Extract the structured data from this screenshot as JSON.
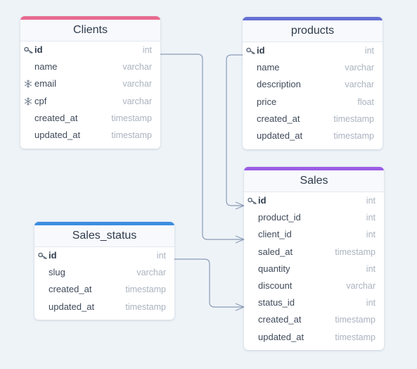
{
  "colors": {
    "clients": "#e8698f",
    "products": "#6670d4",
    "sales": "#9b5de5",
    "sales_status": "#3b8ee0",
    "link": "#8a9bb5"
  },
  "tables": {
    "clients": {
      "title": "Clients",
      "fields": [
        {
          "name": "id",
          "type": "int",
          "icon": "key-icon"
        },
        {
          "name": "name",
          "type": "varchar"
        },
        {
          "name": "email",
          "type": "varchar",
          "icon": "snowflake-icon"
        },
        {
          "name": "cpf",
          "type": "varchar",
          "icon": "snowflake-icon"
        },
        {
          "name": "created_at",
          "type": "timestamp"
        },
        {
          "name": "updated_at",
          "type": "timestamp"
        }
      ]
    },
    "products": {
      "title": "products",
      "fields": [
        {
          "name": "id",
          "type": "int",
          "icon": "key-icon"
        },
        {
          "name": "name",
          "type": "varchar"
        },
        {
          "name": "description",
          "type": "varchar"
        },
        {
          "name": "price",
          "type": "float"
        },
        {
          "name": "created_at",
          "type": "timestamp"
        },
        {
          "name": "updated_at",
          "type": "timestamp"
        }
      ]
    },
    "sales": {
      "title": "Sales",
      "fields": [
        {
          "name": "id",
          "type": "int",
          "icon": "key-icon"
        },
        {
          "name": "product_id",
          "type": "int"
        },
        {
          "name": "client_id",
          "type": "int"
        },
        {
          "name": "saled_at",
          "type": "timestamp"
        },
        {
          "name": "quantity",
          "type": "int"
        },
        {
          "name": "discount",
          "type": "varchar"
        },
        {
          "name": "status_id",
          "type": "int"
        },
        {
          "name": "created_at",
          "type": "timestamp"
        },
        {
          "name": "updated_at",
          "type": "timestamp"
        }
      ]
    },
    "sales_status": {
      "title": "Sales_status",
      "fields": [
        {
          "name": "id",
          "type": "int",
          "icon": "key-icon"
        },
        {
          "name": "slug",
          "type": "varchar"
        },
        {
          "name": "created_at",
          "type": "timestamp"
        },
        {
          "name": "updated_at",
          "type": "timestamp"
        }
      ]
    }
  }
}
